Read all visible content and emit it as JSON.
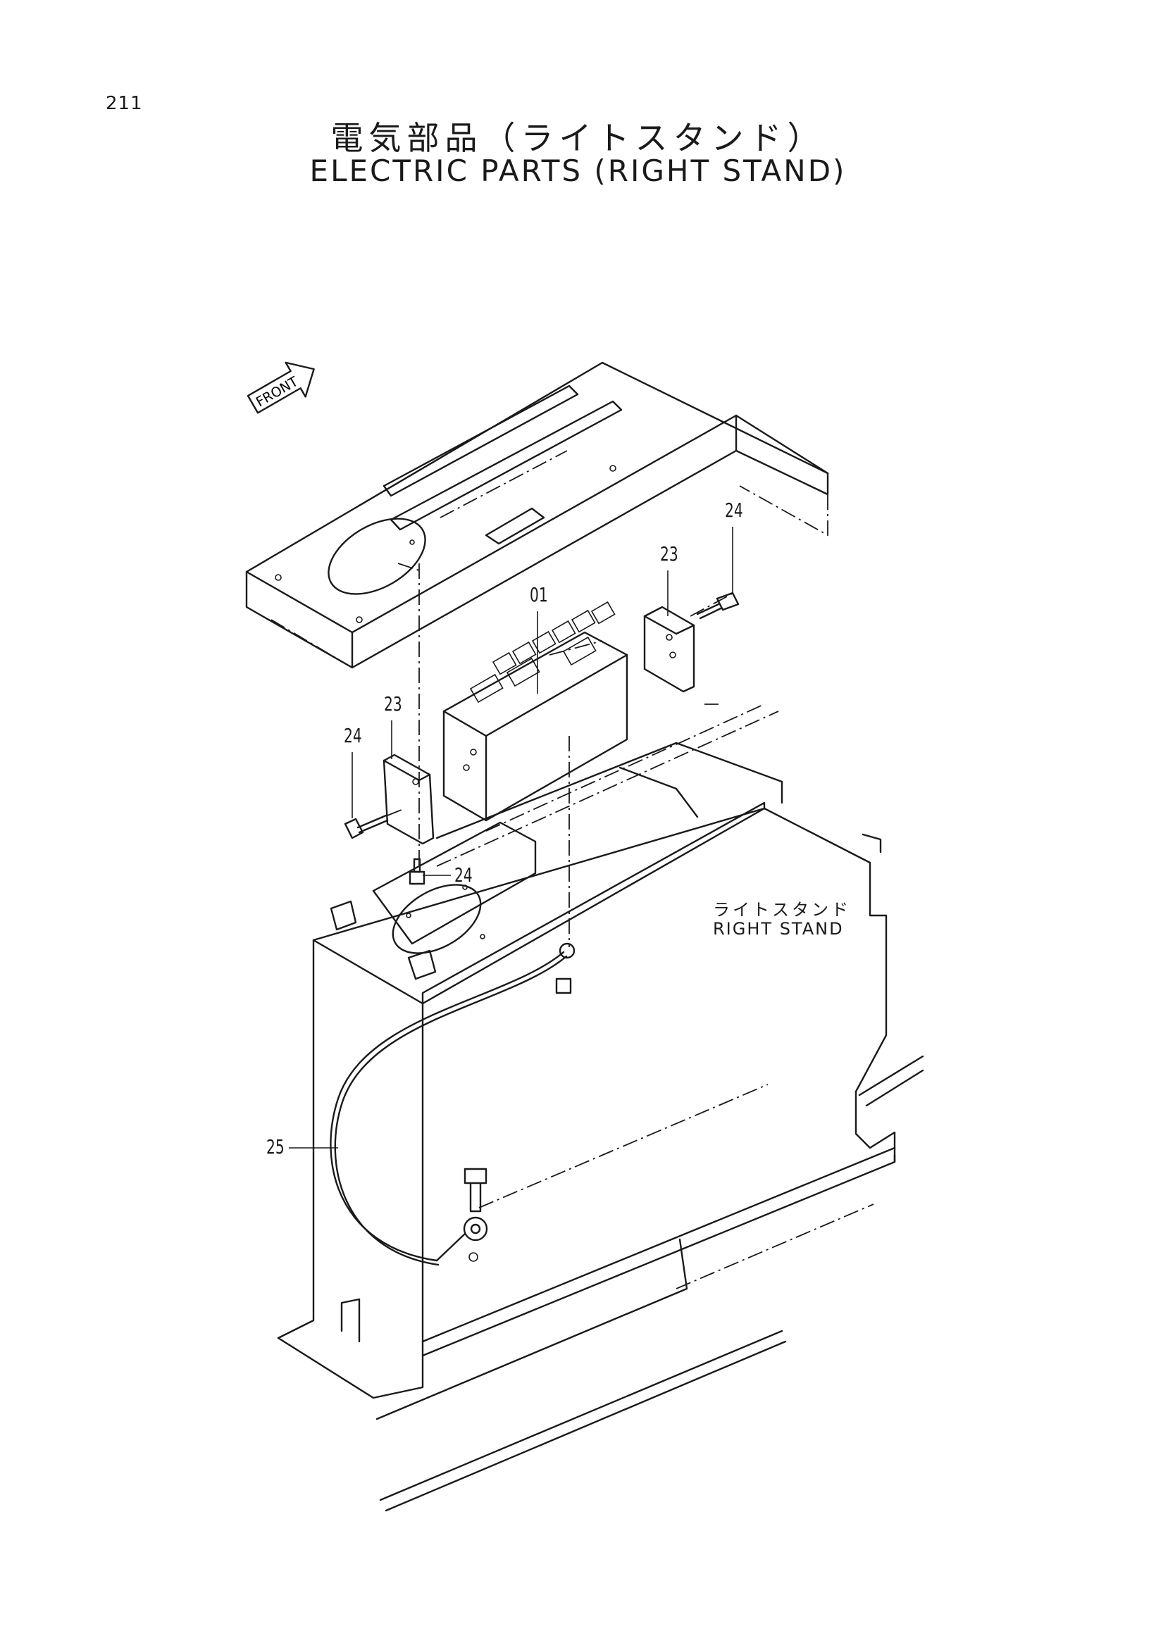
{
  "page_number": "211",
  "title": {
    "japanese": "電気部品（ライトスタンド）",
    "english": "ELECTRIC PARTS (RIGHT STAND)"
  },
  "front_arrow_label": "FRONT",
  "stand_label": {
    "japanese": "ライトスタンド",
    "english": "RIGHT STAND"
  },
  "callouts": {
    "controller": "01",
    "bracket_right": "23",
    "bracket_left": "23",
    "bolt_right": "24",
    "bolt_left": "24",
    "bolt_bottom": "24",
    "cable": "25"
  }
}
